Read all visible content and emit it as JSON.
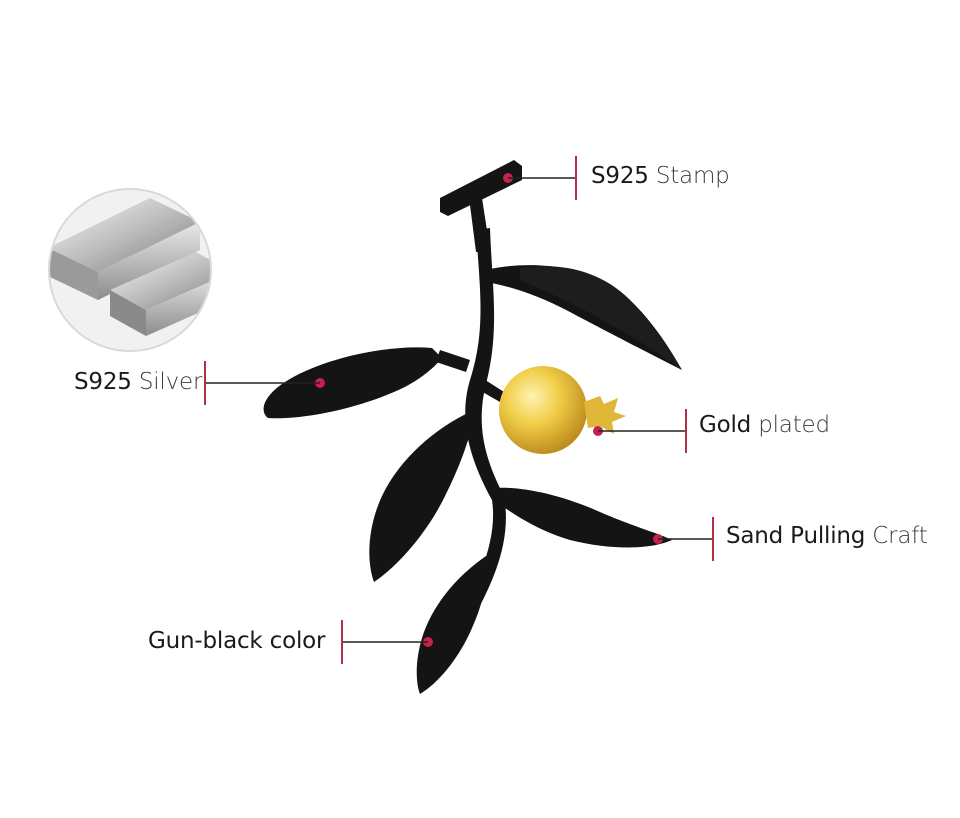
{
  "labels": {
    "stamp": {
      "strong": "S925",
      "light": "Stamp"
    },
    "silver": {
      "strong": "S925",
      "light": "Silver"
    },
    "gold": {
      "strong": "Gold",
      "light": "plated"
    },
    "sand": {
      "strong": "Sand Pulling",
      "light": "Craft"
    },
    "black": {
      "strong": "Gun-black color",
      "light": ""
    }
  },
  "colors": {
    "metal_black": "#141414",
    "gold": "#e8c23a",
    "accent_dot": "#c3224b",
    "tick": "#b0304a"
  },
  "icons": {
    "silver_inset": "silver-bars-icon",
    "product": "branch-brooch-icon"
  }
}
